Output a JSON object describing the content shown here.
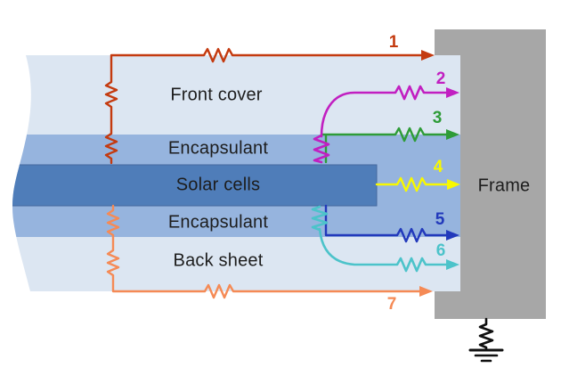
{
  "diagram": {
    "description": "Cross-section of a photovoltaic module showing numbered leakage-current paths from the solar cells through the layers to the grounded frame",
    "layers": [
      {
        "name": "front-cover",
        "label": "Front cover",
        "color": "#dce6f2"
      },
      {
        "name": "encapsulant-top",
        "label": "Encapsulant",
        "color": "#96b4de"
      },
      {
        "name": "solar-cells",
        "label": "Solar cells",
        "color": "#4f7db9"
      },
      {
        "name": "encapsulant-bottom",
        "label": "Encapsulant",
        "color": "#96b4de"
      },
      {
        "name": "back-sheet",
        "label": "Back sheet",
        "color": "#dce6f2"
      }
    ],
    "frame": {
      "label": "Frame",
      "color": "#a7a7a7"
    },
    "ground": {
      "symbol": "earth-ground",
      "color": "#101010"
    },
    "paths": [
      {
        "number": "1",
        "color": "#c43a0f",
        "route": "front cover surface to frame top"
      },
      {
        "number": "2",
        "color": "#c11fc1",
        "route": "cell through encapsulant then front cover bulk to frame"
      },
      {
        "number": "3",
        "color": "#2e9c38",
        "route": "cell through encapsulant along front interface to frame"
      },
      {
        "number": "4",
        "color": "#f8f800",
        "route": "cell edge directly to frame"
      },
      {
        "number": "5",
        "color": "#2239bb",
        "route": "cell through encapsulant along back interface to frame"
      },
      {
        "number": "6",
        "color": "#4cc3ca",
        "route": "cell through encapsulant then back sheet bulk to frame"
      },
      {
        "number": "7",
        "color": "#f58a55",
        "route": "cell through encapsulant and back sheet surface to frame bottom"
      }
    ],
    "colors": {
      "layer_light": "#dce6f2",
      "layer_medium": "#96b4de",
      "layer_solar": "#4f7db9",
      "frame_gray": "#a7a7a7",
      "ground_black": "#101010",
      "text": "#1d1d1d"
    }
  }
}
